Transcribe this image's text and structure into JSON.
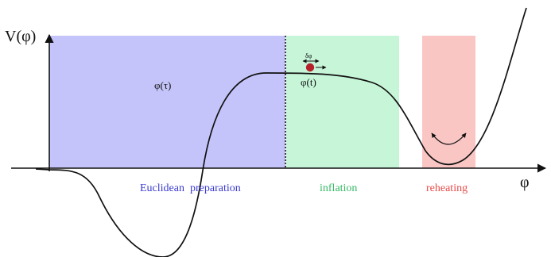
{
  "axes": {
    "y_label": "V(φ)",
    "x_label": "φ"
  },
  "regions": [
    {
      "id": "euclidean",
      "label": "Euclidean  preparation",
      "color": "#c4c4fa",
      "label_color": "#3a3ad0"
    },
    {
      "id": "inflation",
      "label": "inflation",
      "color": "#c6f5d8",
      "label_color": "#36b866"
    },
    {
      "id": "reheating",
      "label": "reheating",
      "color": "#f9c6c4",
      "label_color": "#e84a48"
    }
  ],
  "annotations": {
    "phi_tau": "φ(τ)",
    "phi_t": "φ(t)",
    "delta_phi": "δφ"
  },
  "colors": {
    "curve": "#111111",
    "axis": "#111111",
    "particle": "#b5202a"
  }
}
